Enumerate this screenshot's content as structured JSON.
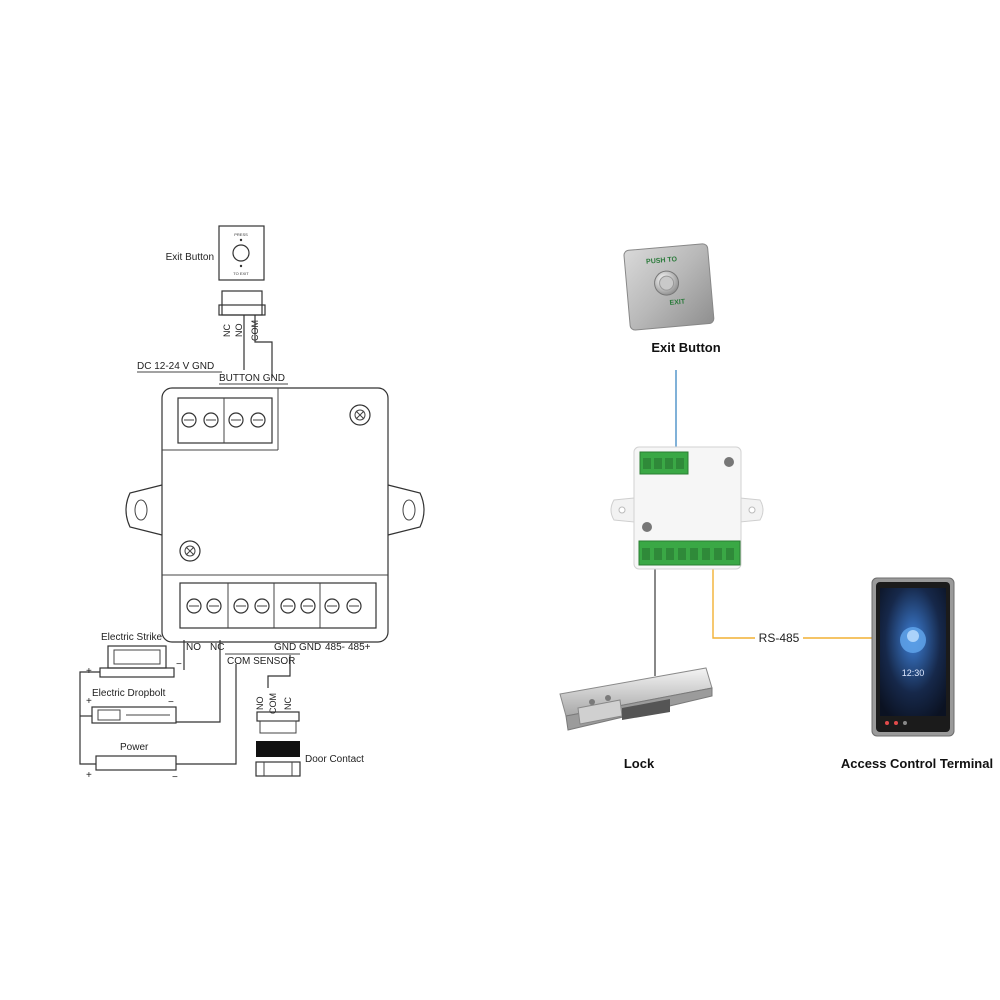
{
  "left": {
    "exit_button_label": "Exit Button",
    "exit_button_face_top": "PRESS",
    "exit_button_face_bottom": "TO EXIT",
    "exit_terminals": [
      "NC",
      "NO",
      "COM"
    ],
    "power_terminal_label": "DC 12-24 V  GND",
    "button_terminal_label": "BUTTON GND",
    "bottom_terminals": [
      "NO",
      "NC",
      "GND GND",
      "485-",
      "485+"
    ],
    "com_sensor_label": "COM SENSOR",
    "electric_strike_label": "Electric Strike",
    "electric_dropbolt_label": "Electric Dropbolt",
    "power_label": "Power",
    "plus": "+",
    "minus": "−",
    "door_terminals": [
      "NO",
      "COM",
      "NC"
    ],
    "door_contact_label": "Door Contact"
  },
  "right": {
    "button_face_top": "PUSH TO",
    "button_face_bottom": "EXIT",
    "exit_button_label": "Exit Button",
    "rs485_label": "RS-485",
    "lock_label": "Lock",
    "terminal_label": "Access Control Terminal",
    "screen_time": "12:30"
  },
  "colors": {
    "wire_blue": "#4a90c8",
    "wire_yellow": "#f2b134",
    "wire_gray": "#555555",
    "terminal_green": "#3aa845",
    "screen_blue": "#1f5fb4"
  }
}
